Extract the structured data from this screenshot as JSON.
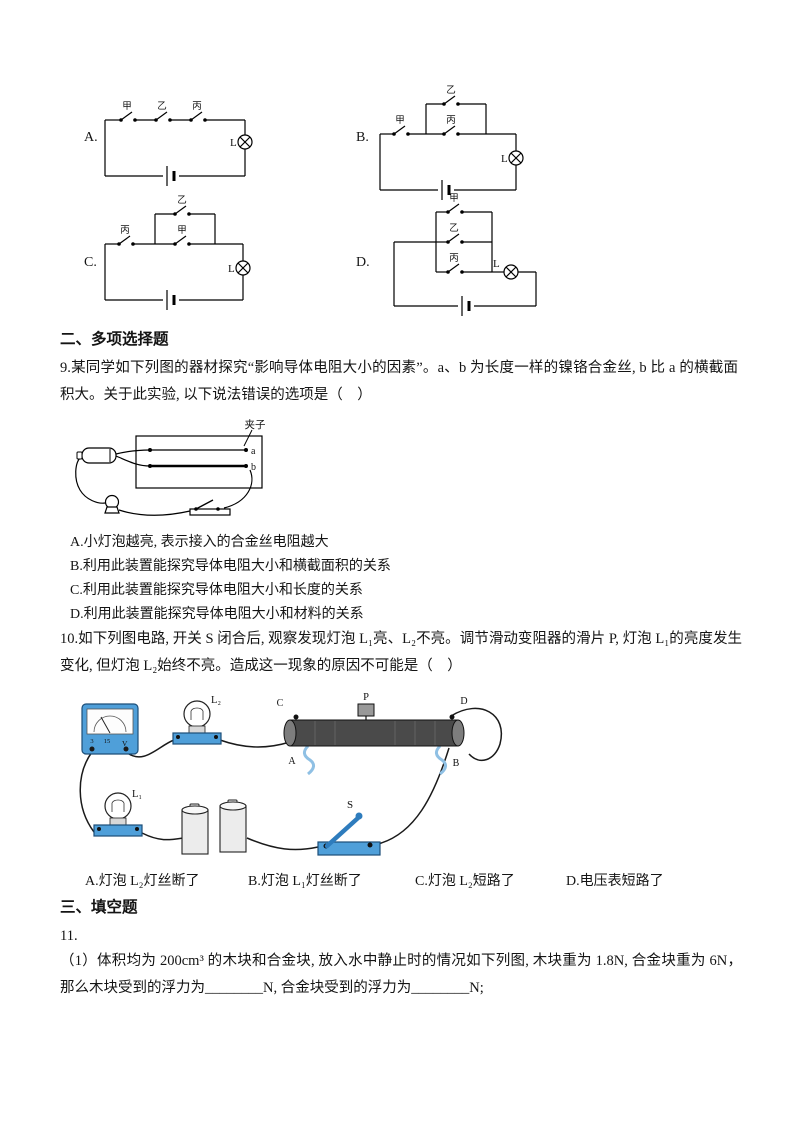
{
  "page": {
    "bg": "#ffffff",
    "ink": "#141414",
    "accent_blue": "#4f9fd9"
  },
  "circuits": {
    "a": {
      "label": "A.",
      "sw1": "甲",
      "sw2": "乙",
      "sw3": "丙",
      "lamp": "L"
    },
    "b": {
      "label": "B.",
      "main_sw": "甲",
      "top_sw": "乙",
      "inner_sw": "丙",
      "lamp": "L"
    },
    "c": {
      "label": "C.",
      "main_sw": "丙",
      "top_sw": "乙",
      "inner_sw": "甲",
      "lamp": "L"
    },
    "d": {
      "label": "D.",
      "sw1": "甲",
      "sw2": "乙",
      "sw3": "丙",
      "lamp": "L"
    }
  },
  "section_multi": {
    "title": "二、多项选择题"
  },
  "q9": {
    "stem": "9.某同学如下列图的器材探究“影响导体电阻大小的因素”。a、b 为长度一样的镍铬合金丝, b 比 a 的横截面积大。关于此实验, 以下说法错误的选项是（　）",
    "figure": {
      "clamp": "夹子",
      "wire_a": "a",
      "wire_b": "b"
    },
    "options": [
      "A.小灯泡越亮, 表示接入的合金丝电阻越大",
      "B.利用此装置能探究导体电阻大小和横截面积的关系",
      "C.利用此装置能探究导体电阻大小和长度的关系",
      "D.利用此装置能探究导体电阻大小和材料的关系"
    ]
  },
  "q10": {
    "stem": "10.如下列图电路, 开关 S 闭合后, 观察发现灯泡 L₁亮、L₂不亮。调节滑动变阻器的滑片 P, 灯泡 L₁的亮度发生变化, 但灯泡 L₂始终不亮。造成这一现象的原因不可能是（　）",
    "figure": {
      "meter": "V",
      "range_low": "3",
      "range_high": "15",
      "lamp2": "L₂",
      "lamp1": "L₁",
      "term_c": "C",
      "slider": "P",
      "term_d": "D",
      "term_a": "A",
      "term_b": "B",
      "switch": "S"
    },
    "options": [
      "A.灯泡 L₂灯丝断了",
      "B.灯泡 L₁灯丝断了",
      "C.灯泡 L₂短路了",
      "D.电压表短路了"
    ]
  },
  "section_fill": {
    "title": "三、填空题"
  },
  "q11": {
    "number": "11.",
    "part1": "（1）体积均为 200cm³ 的木块和合金块, 放入水中静止时的情况如下列图, 木块重为 1.8N, 合金块重为 6N， 那么木块受到的浮力为________N, 合金块受到的浮力为________N;"
  }
}
